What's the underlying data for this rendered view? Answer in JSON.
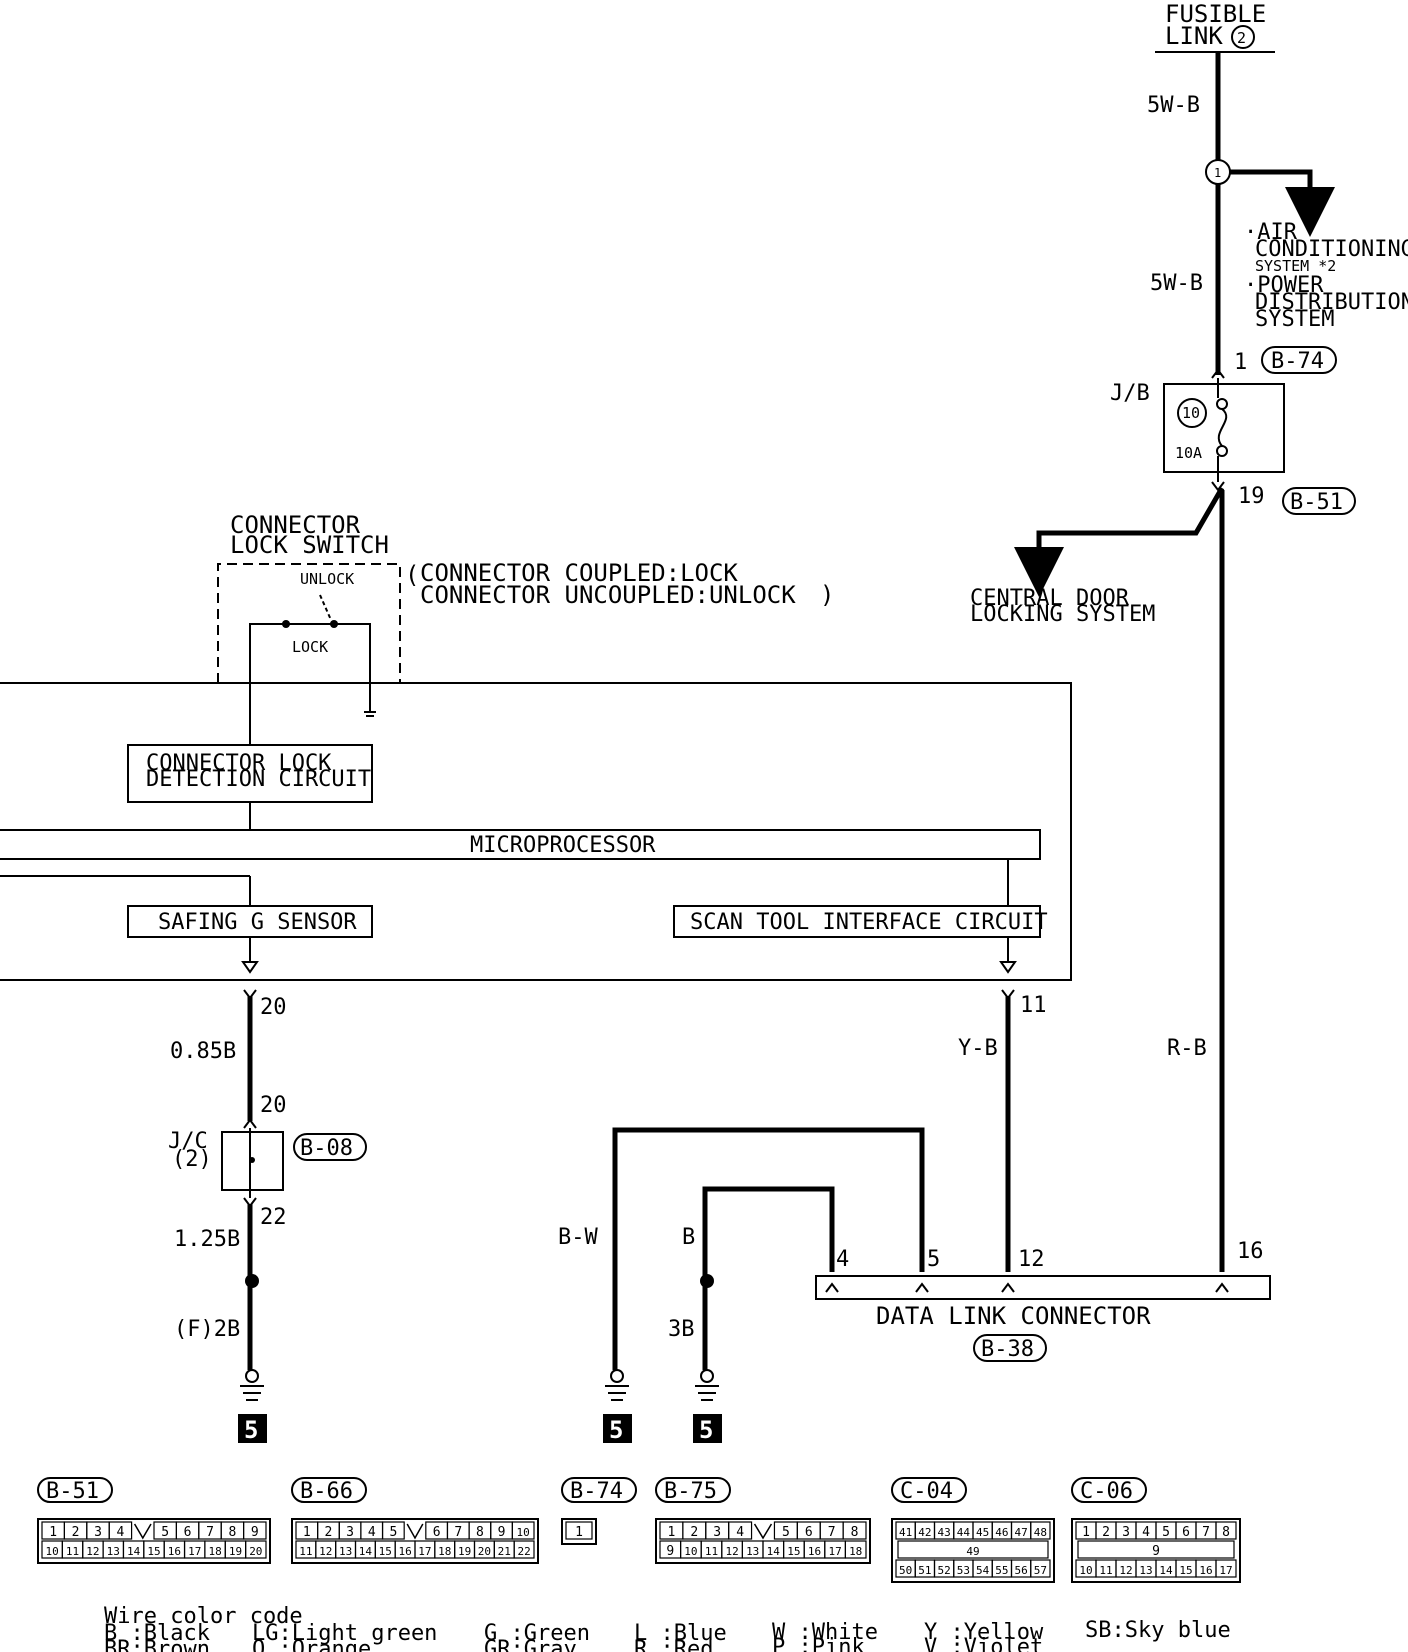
{
  "labels": {
    "fusible_link_line1": "FUSIBLE",
    "fusible_link_line2": "LINK",
    "fusible_link_num": "2",
    "wire_top_1": "5W-B",
    "wire_top_2": "5W-B",
    "splice_num": "1",
    "branch_1_line1": "·AIR",
    "branch_1_line2": "CONDITIONING",
    "branch_1_line3": "SYSTEM *2",
    "branch_2_line1": "·POWER",
    "branch_2_line2": "DISTRIBUTION",
    "branch_2_line3": "SYSTEM",
    "jb_label": "J/B",
    "fuse_num": "10",
    "fuse_rating": "10A",
    "pin_jb_in": "1",
    "pin_jb_out": "19",
    "conn_b74": "B-74",
    "conn_b51": "B-51",
    "central_line1": "CENTRAL DOOR",
    "central_line2": "LOCKING SYSTEM",
    "lock_switch_line1": "CONNECTOR",
    "lock_switch_line2": "LOCK SWITCH",
    "unlock": "UNLOCK",
    "lock": "LOCK",
    "note_line1": "CONNECTOR COUPLED:LOCK",
    "note_line2": "CONNECTOR UNCOUPLED:UNLOCK",
    "detect_line1": "CONNECTOR LOCK",
    "detect_line2": "DETECTION CIRCUIT",
    "microprocessor": "MICROPROCESSOR",
    "safing": "SAFING G SENSOR",
    "scan_tool": "SCAN TOOL INTERFACE CIRCUIT",
    "pin_20a": "20",
    "pin_20b": "20",
    "pin_22": "22",
    "pin_11": "11",
    "wire_085b": "0.85B",
    "wire_125b": "1.25B",
    "wire_f2b": "(F)2B",
    "wire_yb": "Y-B",
    "wire_rb": "R-B",
    "wire_bw": "B-W",
    "wire_b": "B",
    "wire_3b": "3B",
    "jc_line1": "J/C",
    "jc_line2": "(2)",
    "conn_b08": "B-08",
    "dlc_pin_4": "4",
    "dlc_pin_5": "5",
    "dlc_pin_12": "12",
    "dlc_pin_16": "16",
    "dlc_label": "DATA LINK CONNECTOR",
    "conn_b38": "B-38",
    "ground_1": "5",
    "ground_2": "5",
    "ground_3": "5"
  },
  "connectors": [
    {
      "name": "B-51",
      "row1": [
        "1",
        "2",
        "3",
        "4",
        "",
        "5",
        "6",
        "7",
        "8",
        "9"
      ],
      "row2": [
        "10",
        "11",
        "12",
        "13",
        "14",
        "15",
        "16",
        "17",
        "18",
        "19",
        "20"
      ]
    },
    {
      "name": "B-66",
      "row1": [
        "1",
        "2",
        "3",
        "4",
        "5",
        "",
        "6",
        "7",
        "8",
        "9",
        "10"
      ],
      "row2": [
        "11",
        "12",
        "13",
        "14",
        "15",
        "16",
        "17",
        "18",
        "19",
        "20",
        "21",
        "22"
      ]
    },
    {
      "name": "B-74",
      "row1": [
        "1"
      ],
      "row2": []
    },
    {
      "name": "B-75",
      "row1": [
        "1",
        "2",
        "3",
        "4",
        "",
        "5",
        "6",
        "7",
        "8"
      ],
      "row2": [
        "9",
        "10",
        "11",
        "12",
        "13",
        "14",
        "15",
        "16",
        "17",
        "18"
      ]
    },
    {
      "name": "C-04",
      "row1": [
        "41",
        "42",
        "43",
        "44",
        "45",
        "46",
        "47",
        "48"
      ],
      "row_mid": [
        "49"
      ],
      "row2": [
        "50",
        "51",
        "52",
        "53",
        "54",
        "55",
        "56",
        "57"
      ]
    },
    {
      "name": "C-06",
      "row1": [
        "1",
        "2",
        "3",
        "4",
        "5",
        "6",
        "7",
        "8"
      ],
      "row_mid": [
        "9"
      ],
      "row2": [
        "10",
        "11",
        "12",
        "13",
        "14",
        "15",
        "16",
        "17"
      ]
    }
  ],
  "legend": {
    "title": "Wire color code",
    "items": [
      "B :Black",
      "BR:Brown",
      "LG:Light green",
      "O :Orange",
      "G :Green",
      "GR:Gray",
      "L :Blue",
      "R :Red",
      "W :White",
      "P :Pink",
      "Y :Yellow",
      "V :Violet",
      "SB:Sky blue"
    ]
  }
}
